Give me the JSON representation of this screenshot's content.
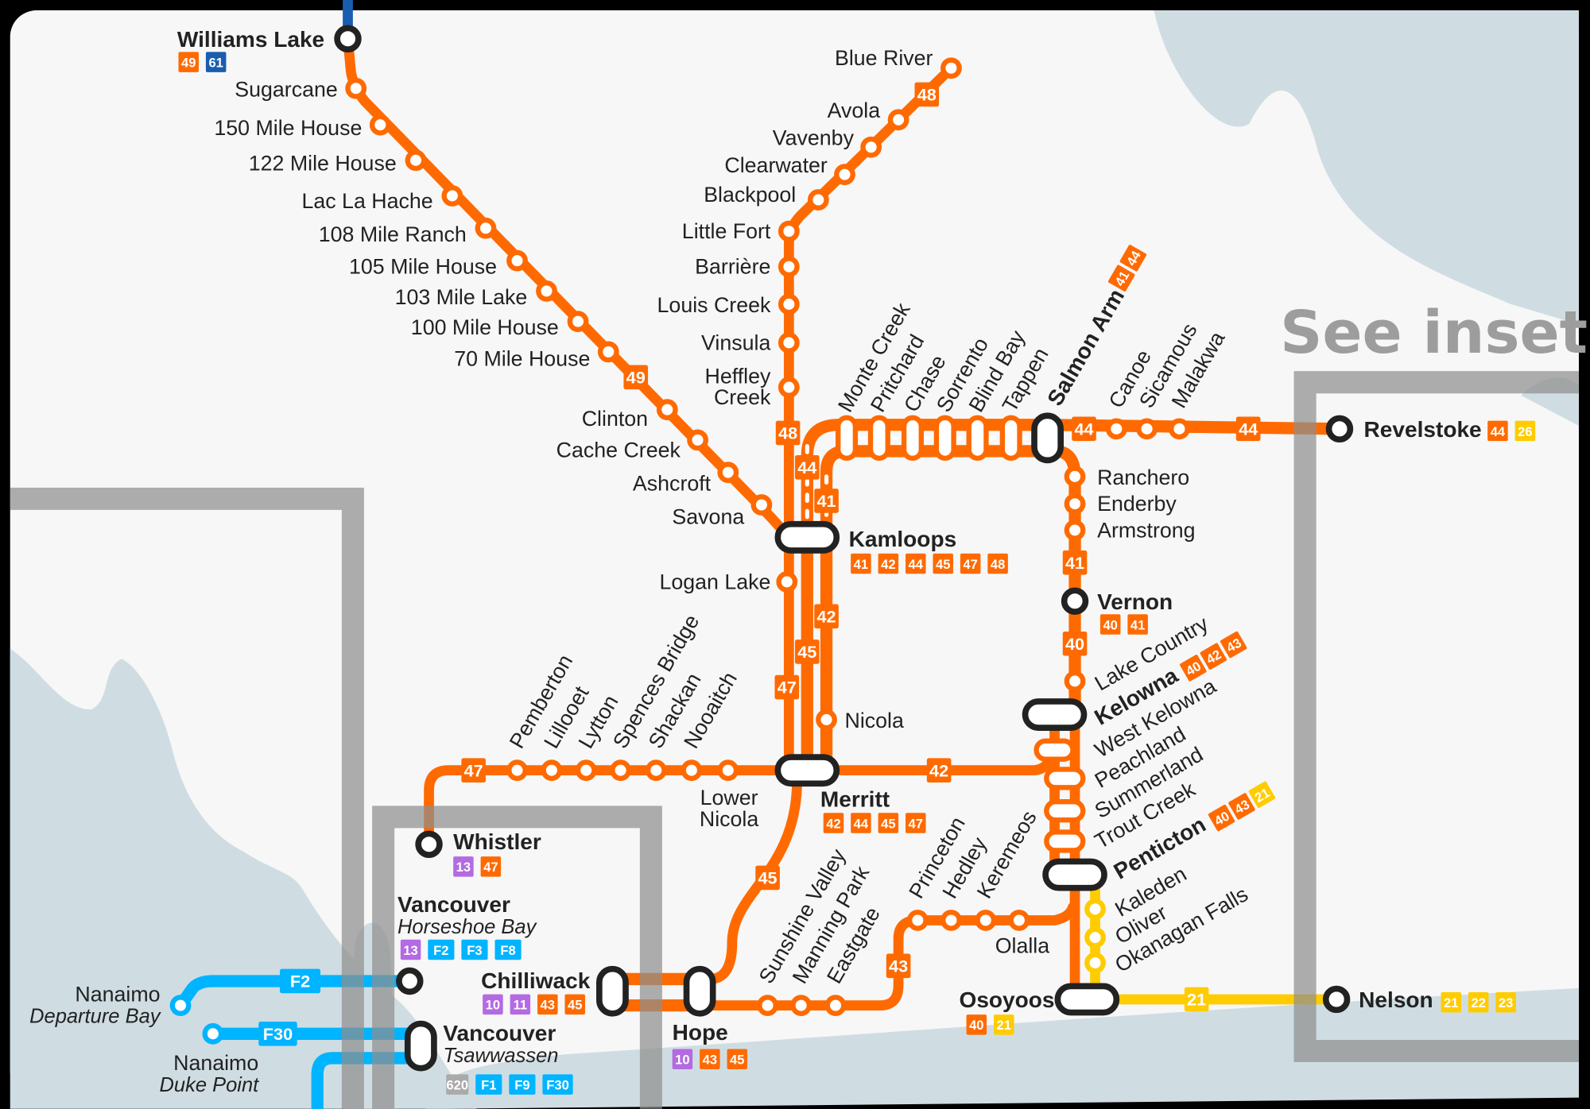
{
  "inset_label": "See inset",
  "colors": {
    "regional": "#ff6a00",
    "yellow": "#ffcc00",
    "purple": "#b36ae2",
    "ferry": "#00b4ff",
    "dark_blue": "#1a5cb0",
    "grey_route": "#aaaaaa",
    "water": "#cfdde3",
    "background": "#f7f7f7",
    "frame": "#9a9a9a"
  },
  "stations": [
    {
      "name": "Williams Lake",
      "routes": [
        "49",
        "61"
      ]
    },
    {
      "name": "Sugarcane"
    },
    {
      "name": "150 Mile House"
    },
    {
      "name": "122 Mile House"
    },
    {
      "name": "Lac La Hache"
    },
    {
      "name": "108 Mile Ranch"
    },
    {
      "name": "105 Mile House"
    },
    {
      "name": "103 Mile Lake"
    },
    {
      "name": "100 Mile House"
    },
    {
      "name": "70 Mile House"
    },
    {
      "name": "Clinton"
    },
    {
      "name": "Cache Creek"
    },
    {
      "name": "Ashcroft"
    },
    {
      "name": "Savona"
    },
    {
      "name": "Kamloops",
      "routes": [
        "41",
        "42",
        "44",
        "45",
        "47",
        "48"
      ]
    },
    {
      "name": "Blue River"
    },
    {
      "name": "Avola"
    },
    {
      "name": "Vavenby"
    },
    {
      "name": "Clearwater"
    },
    {
      "name": "Blackpool"
    },
    {
      "name": "Little Fort"
    },
    {
      "name": "Barrière"
    },
    {
      "name": "Louis Creek"
    },
    {
      "name": "Vinsula"
    },
    {
      "name": "Heffley Creek",
      "lines": [
        "Heffley",
        "Creek"
      ]
    },
    {
      "name": "Logan Lake"
    },
    {
      "name": "Nicola"
    },
    {
      "name": "Merritt",
      "routes": [
        "42",
        "44",
        "45",
        "47"
      ]
    },
    {
      "name": "Monte Creek"
    },
    {
      "name": "Pritchard"
    },
    {
      "name": "Chase"
    },
    {
      "name": "Sorrento"
    },
    {
      "name": "Blind Bay"
    },
    {
      "name": "Tappen"
    },
    {
      "name": "Salmon Arm",
      "routes": [
        "41",
        "44"
      ]
    },
    {
      "name": "Canoe"
    },
    {
      "name": "Sicamous"
    },
    {
      "name": "Malakwa"
    },
    {
      "name": "Revelstoke",
      "routes": [
        "44",
        "26"
      ]
    },
    {
      "name": "Ranchero"
    },
    {
      "name": "Enderby"
    },
    {
      "name": "Armstrong"
    },
    {
      "name": "Vernon",
      "routes": [
        "40",
        "41"
      ]
    },
    {
      "name": "Lake Country"
    },
    {
      "name": "Kelowna",
      "routes": [
        "40",
        "42",
        "43"
      ]
    },
    {
      "name": "West Kelowna"
    },
    {
      "name": "Peachland"
    },
    {
      "name": "Summerland"
    },
    {
      "name": "Trout Creek"
    },
    {
      "name": "Penticton",
      "routes": [
        "40",
        "43",
        "21"
      ]
    },
    {
      "name": "Kaleden"
    },
    {
      "name": "Oliver"
    },
    {
      "name": "Okanagan Falls"
    },
    {
      "name": "Osoyoos",
      "routes": [
        "40",
        "21"
      ]
    },
    {
      "name": "Olalla"
    },
    {
      "name": "Keremeos"
    },
    {
      "name": "Hedley"
    },
    {
      "name": "Princeton"
    },
    {
      "name": "Eastgate"
    },
    {
      "name": "Manning Park"
    },
    {
      "name": "Sunshine Valley"
    },
    {
      "name": "Hope",
      "routes": [
        "10",
        "43",
        "45"
      ]
    },
    {
      "name": "Chilliwack",
      "routes": [
        "10",
        "11",
        "43",
        "45"
      ]
    },
    {
      "name": "Nelson",
      "routes": [
        "21",
        "22",
        "23"
      ]
    },
    {
      "name": "Lower Nicola",
      "lines": [
        "Lower",
        "Nicola"
      ]
    },
    {
      "name": "Nooaitch"
    },
    {
      "name": "Shackan"
    },
    {
      "name": "Spences Bridge"
    },
    {
      "name": "Lytton"
    },
    {
      "name": "Lillooet"
    },
    {
      "name": "Pemberton"
    },
    {
      "name": "Whistler",
      "routes": [
        "13",
        "47"
      ]
    },
    {
      "name": "Vancouver",
      "sub": "Horseshoe Bay",
      "routes": [
        "13",
        "F2",
        "F3",
        "F8"
      ]
    },
    {
      "name": "Nanaimo",
      "sub": "Departure Bay"
    },
    {
      "name": "Nanaimo",
      "sub": "Duke Point"
    },
    {
      "name": "Vancouver",
      "sub": "Tsawwassen",
      "routes": [
        "620",
        "F1",
        "F9",
        "F30"
      ]
    }
  ],
  "line_badges": [
    "49",
    "48",
    "48",
    "44",
    "41",
    "42",
    "45",
    "47",
    "44",
    "44",
    "41",
    "40",
    "42",
    "47",
    "45",
    "43",
    "21",
    "F2",
    "F30"
  ]
}
